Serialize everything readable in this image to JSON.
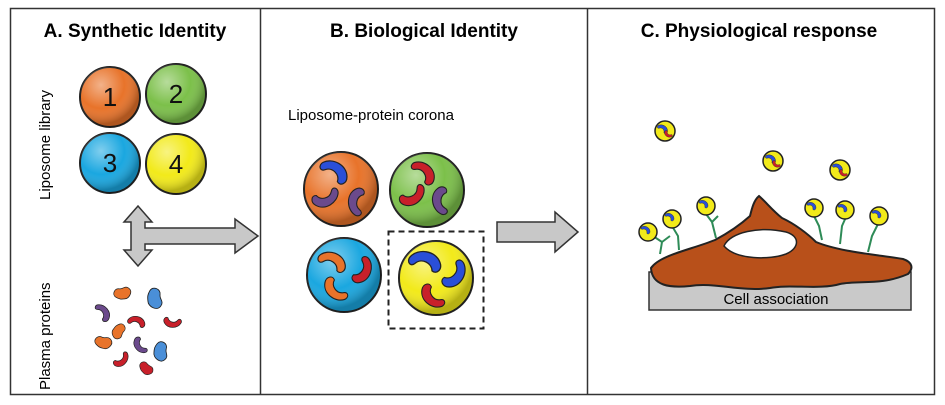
{
  "panels": {
    "a": {
      "title": "A. Synthetic Identity",
      "library_label": "Liposome library",
      "plasma_label": "Plasma proteins"
    },
    "b": {
      "title": "B. Biological Identity",
      "corona_label": "Liposome-protein corona"
    },
    "c": {
      "title": "C. Physiological response",
      "cell_label": "Cell association"
    }
  },
  "liposomes": [
    {
      "number": "1",
      "color": "#e8732a"
    },
    {
      "number": "2",
      "color": "#7cc04a"
    },
    {
      "number": "3",
      "color": "#1aa7e0"
    },
    {
      "number": "4",
      "color": "#f2ea1a"
    }
  ],
  "protein_colors": {
    "blue": "#2a4fd8",
    "red": "#c8202a",
    "purple": "#6b4a8c",
    "orange": "#e8732a",
    "lightblue": "#4a8fd8"
  },
  "cell_color": "#b8501a",
  "surface_color": "#c9c9c9"
}
